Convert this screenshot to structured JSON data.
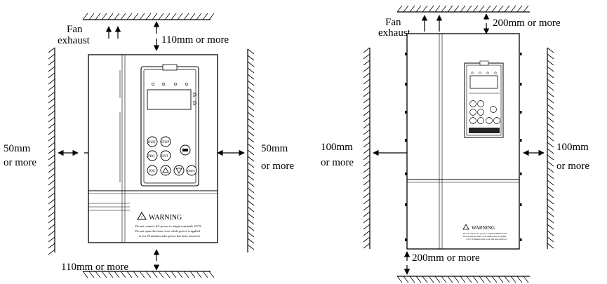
{
  "left_diagram": {
    "fan_label_1": "Fan",
    "fan_label_2": "exhaust",
    "top_clearance": "110mm or more",
    "bottom_clearance": "110mm or more",
    "left_clearance_1": "50mm",
    "left_clearance_2": "or more",
    "right_clearance_1": "50mm",
    "right_clearance_2": "or more",
    "warning_title": "WARNING",
    "warning_lines": [
      "Do not connect AC power to output terminals UVW",
      "Do not open the front cover while power is applied",
      "or for 10 minutes after power has been removed"
    ],
    "keypad_buttons": [
      "RUN",
      "STOP",
      "PRG",
      "ENT",
      "JOG",
      "SHIFT"
    ]
  },
  "right_diagram": {
    "fan_label_1": "Fan",
    "fan_label_2": "exhaust",
    "top_clearance": "200mm or more",
    "bottom_clearance": "200mm or more",
    "left_clearance_1": "100mm",
    "left_clearance_2": "or more",
    "right_clearance_1": "100mm",
    "right_clearance_2": "or more",
    "warning_title": "WARNING",
    "warning_lines": [
      "Do not connect AC power to output terminals UVW",
      "Do not open the front cover while power is applied",
      "or for 10 minutes after power has been removed"
    ]
  }
}
